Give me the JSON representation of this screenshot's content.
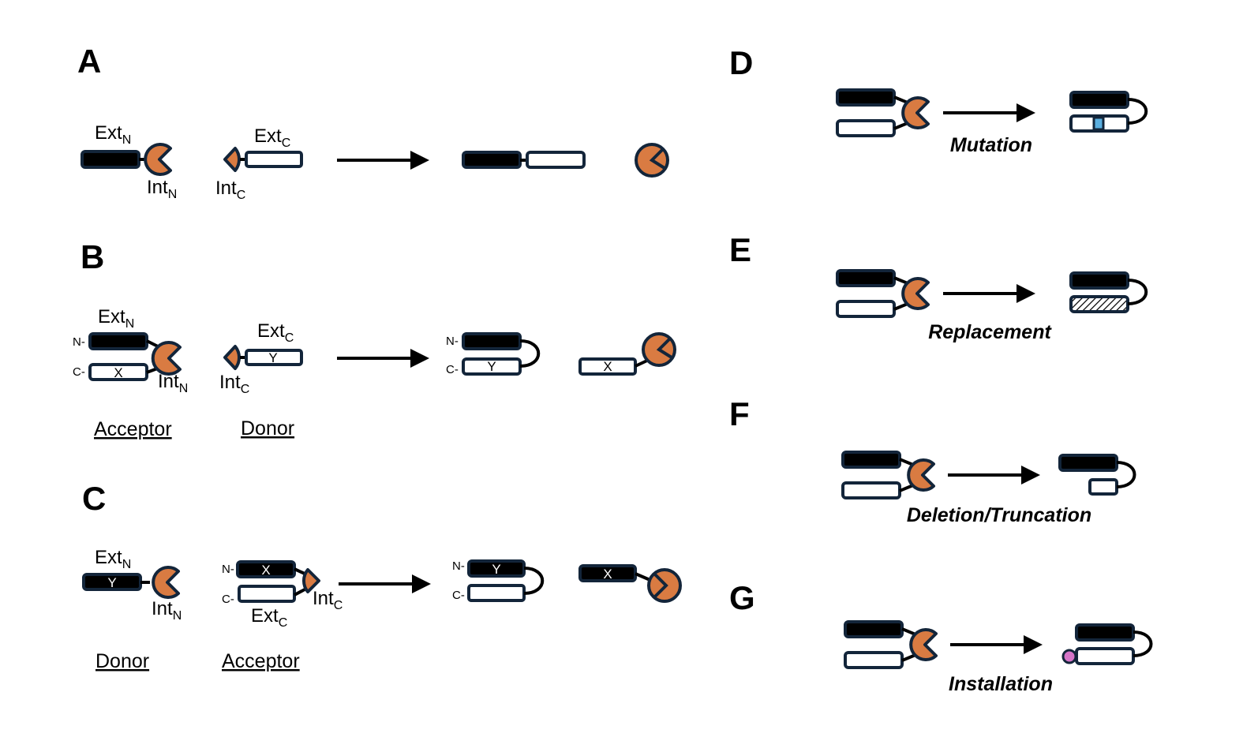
{
  "figure": {
    "panels": {
      "A": {
        "label": "A",
        "extN": "Ext",
        "extN_sub": "N",
        "intN": "Int",
        "intN_sub": "N",
        "extC": "Ext",
        "extC_sub": "C",
        "intC": "Int",
        "intC_sub": "C"
      },
      "B": {
        "label": "B",
        "extN": "Ext",
        "extN_sub": "N",
        "intN": "Int",
        "intN_sub": "N",
        "extC": "Ext",
        "extC_sub": "C",
        "intC": "Int",
        "intC_sub": "C",
        "n_term": "N-",
        "c_term": "C-",
        "acceptor_inner": "X",
        "donor_inner": "Y",
        "product_inner": "Y",
        "byproduct_inner": "X",
        "left_caption": "Acceptor",
        "right_caption": "Donor"
      },
      "C": {
        "label": "C",
        "extN": "Ext",
        "extN_sub": "N",
        "intN": "Int",
        "intN_sub": "N",
        "extC": "Ext",
        "extC_sub": "C",
        "intC": "Int",
        "intC_sub": "C",
        "n_term": "N-",
        "c_term": "C-",
        "donor_inner": "Y",
        "acceptor_inner": "X",
        "product_inner": "Y",
        "byproduct_inner": "X",
        "left_caption": "Donor",
        "right_caption": "Acceptor"
      },
      "D": {
        "label": "D",
        "operation": "Mutation",
        "mark_color": "#5aafe0"
      },
      "E": {
        "label": "E",
        "operation": "Replacement"
      },
      "F": {
        "label": "F",
        "operation": "Deletion/Truncation"
      },
      "G": {
        "label": "G",
        "operation": "Installation",
        "mark_color": "#d675c8"
      }
    },
    "colors": {
      "intein": "#d97b42",
      "outline": "#13253a",
      "extein_n": "#000000",
      "extein_c": "#ffffff"
    }
  }
}
